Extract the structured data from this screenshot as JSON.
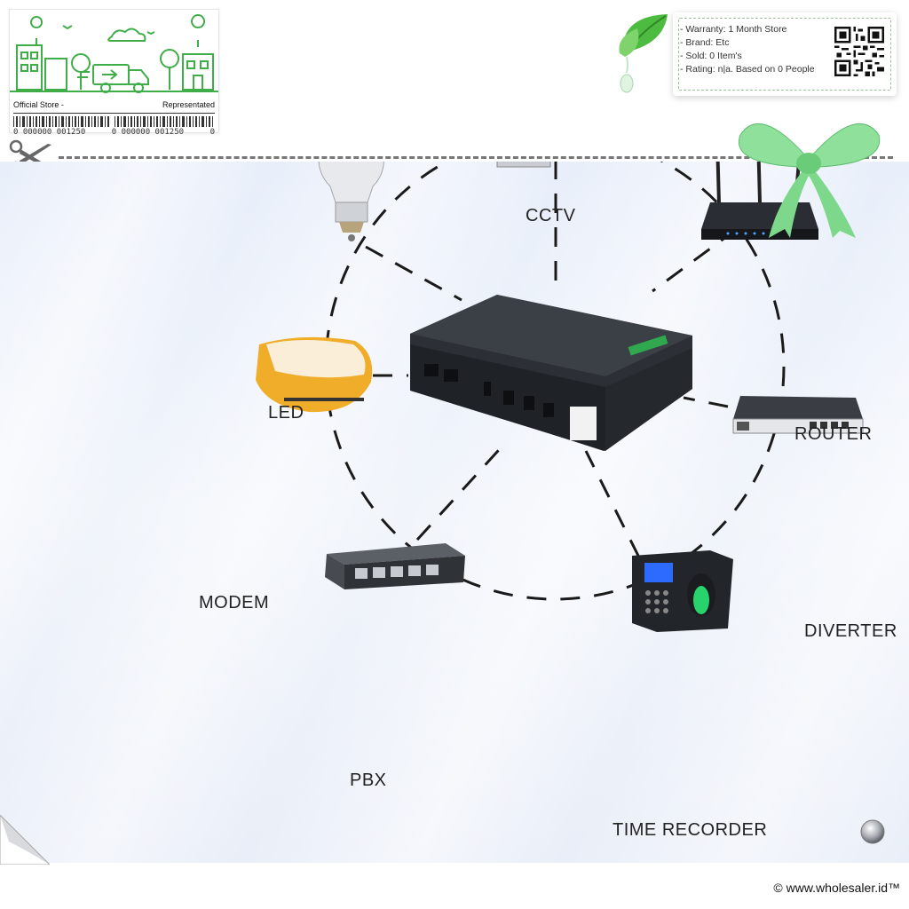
{
  "store_card": {
    "left_label": "Official Store -",
    "right_label": "Representated",
    "code_left": "0 000000 001250",
    "code_mid": "0 000000 001250",
    "code_right": "0"
  },
  "info_card": {
    "items": [
      "- Warranty: 1 Month Store",
      "- Brand: Etc",
      "- Sold: 0 Item's",
      "- Rating: n|a. Based on 0 People"
    ]
  },
  "diagram": {
    "labels": {
      "cctv": "CCTV",
      "led": "LED",
      "router": "ROUTER",
      "modem": "MODEM",
      "diverter": "DIVERTER",
      "pbx": "PBX",
      "time_recorder": "TIME RECORDER"
    }
  },
  "footer": {
    "copyright": "© www.wholesaler.id™"
  },
  "icons": {
    "scissors": "scissors-icon",
    "leaf": "leaf-icon",
    "bow": "ribbon-bow-icon",
    "qr": "qr-code-icon",
    "knob": "metal-knob-icon",
    "peel": "page-curl-icon"
  },
  "colors": {
    "accent_green": "#3fae49",
    "panel_blue": "#e8eefa",
    "dash_gray": "#777777"
  }
}
